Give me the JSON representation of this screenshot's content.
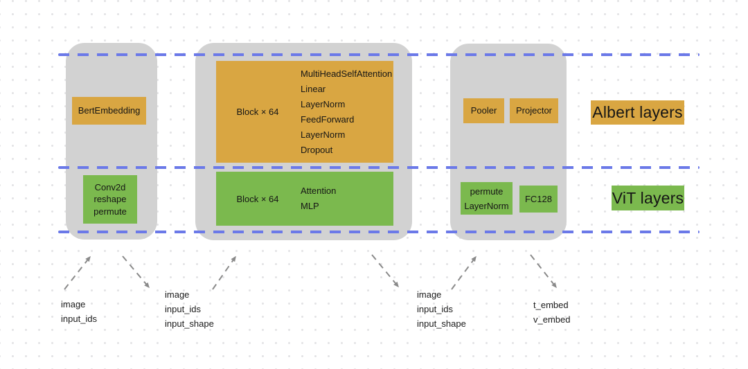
{
  "diagram": {
    "title": "Albert-ViT layer mapping diagram",
    "colors": {
      "albert_accent": "#d9a642",
      "vit_accent": "#7bb94e",
      "stage_container": "#d2d2d2",
      "boundary_dash": "#6b79e8",
      "arrow": "#8a8a8a"
    },
    "legend": {
      "albert_label": "Albert layers",
      "vit_label": "ViT layers"
    },
    "stages": {
      "embedding": {
        "albert_box": {
          "label": "BertEmbedding"
        },
        "vit_box": {
          "lines": [
            "Conv2d",
            "reshape",
            "permute"
          ]
        }
      },
      "encoder": {
        "albert_block": {
          "block_label": "Block × 64",
          "layers": [
            "MultiHeadSelfAttention",
            "Linear",
            "LayerNorm",
            "FeedForward",
            "LayerNorm",
            "Dropout"
          ]
        },
        "vit_block": {
          "block_label": "Block × 64",
          "layers": [
            "Attention",
            "MLP"
          ]
        }
      },
      "head": {
        "albert_boxes": [
          {
            "label": "Pooler"
          },
          {
            "label": "Projector"
          }
        ],
        "vit_boxes": [
          {
            "lines": [
              "permute",
              "LayerNorm"
            ]
          },
          {
            "label": "FC128"
          }
        ]
      }
    },
    "io_labels": [
      {
        "lines": [
          "image",
          "input_ids",
          "",
          ""
        ]
      },
      {
        "lines": [
          "image",
          "input_ids",
          "input_shape",
          ""
        ]
      },
      {
        "lines": [
          "image",
          "input_ids",
          "input_shape",
          ""
        ]
      },
      {
        "lines": [
          "t_embed",
          "v_embed",
          "",
          ""
        ]
      }
    ]
  }
}
